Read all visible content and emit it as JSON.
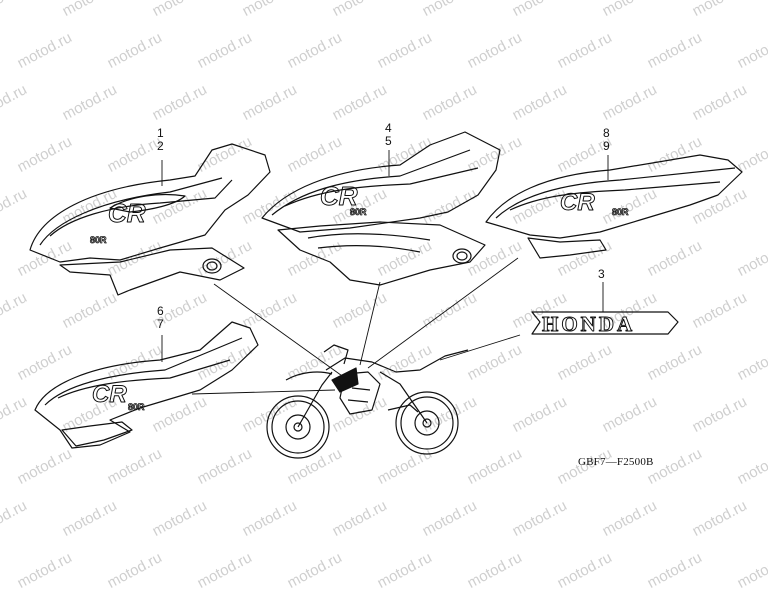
{
  "watermark": "motod.ru",
  "diagram_code": "GBF7—F2500B",
  "callouts": [
    {
      "id": "c12",
      "numbers": [
        "1",
        "2"
      ]
    },
    {
      "id": "c45",
      "numbers": [
        "4",
        "5"
      ]
    },
    {
      "id": "c89",
      "numbers": [
        "8",
        "9"
      ]
    },
    {
      "id": "c3",
      "numbers": [
        "3"
      ]
    },
    {
      "id": "c67",
      "numbers": [
        "6",
        "7"
      ]
    }
  ],
  "emblem_text": "HONDA",
  "decal_logo": "CR",
  "decal_model": "80R"
}
